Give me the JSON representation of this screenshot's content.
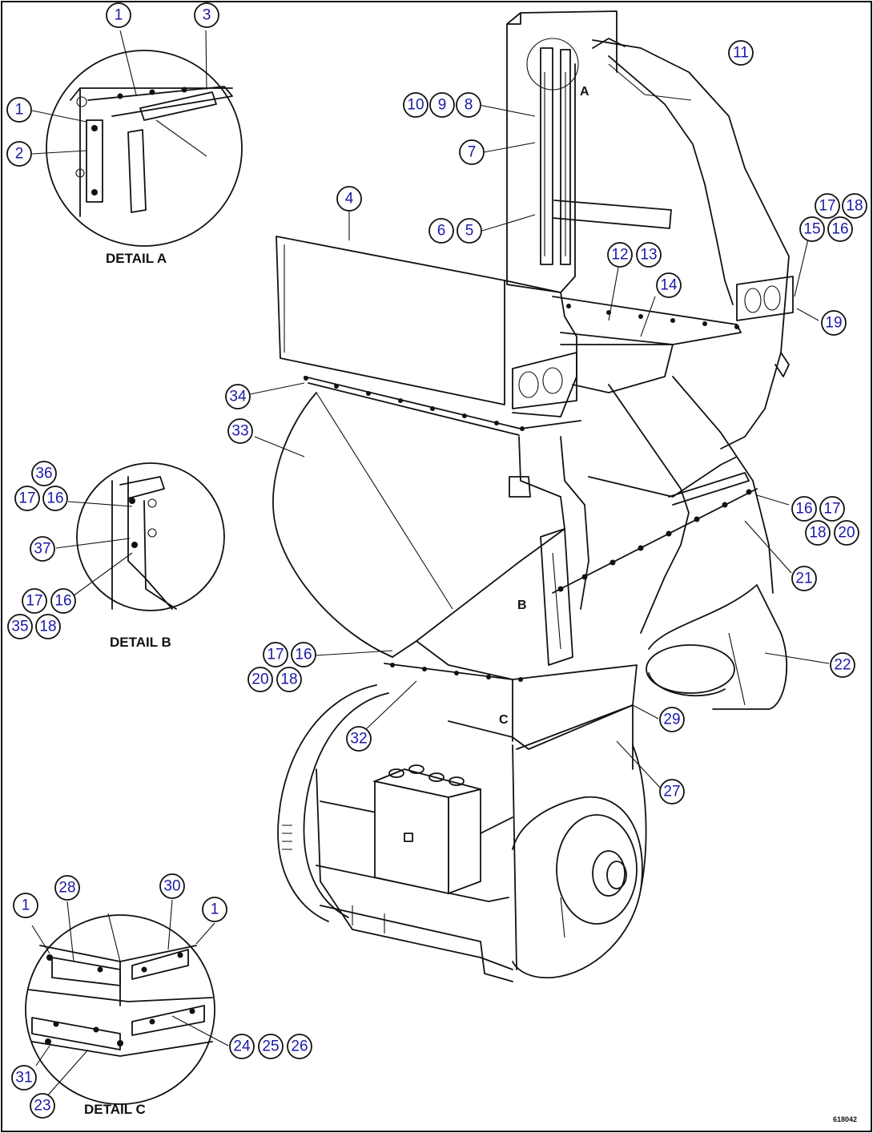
{
  "details": {
    "a": "DETAIL A",
    "b": "DETAIL B",
    "c": "DETAIL C"
  },
  "view_letters": [
    "A",
    "B",
    "C"
  ],
  "drawing_code": "618042",
  "callouts": [
    {
      "id": "c-1a",
      "label": "1"
    },
    {
      "id": "c-3",
      "label": "3"
    },
    {
      "id": "c-1b",
      "label": "1"
    },
    {
      "id": "c-2",
      "label": "2"
    },
    {
      "id": "c-10",
      "label": "10"
    },
    {
      "id": "c-9",
      "label": "9"
    },
    {
      "id": "c-8",
      "label": "8"
    },
    {
      "id": "c-7",
      "label": "7"
    },
    {
      "id": "c-11",
      "label": "11"
    },
    {
      "id": "c-4",
      "label": "4"
    },
    {
      "id": "c-6",
      "label": "6"
    },
    {
      "id": "c-5",
      "label": "5"
    },
    {
      "id": "c-17a",
      "label": "17"
    },
    {
      "id": "c-18a",
      "label": "18"
    },
    {
      "id": "c-15",
      "label": "15"
    },
    {
      "id": "c-16a",
      "label": "16"
    },
    {
      "id": "c-12",
      "label": "12"
    },
    {
      "id": "c-13",
      "label": "13"
    },
    {
      "id": "c-14",
      "label": "14"
    },
    {
      "id": "c-19",
      "label": "19"
    },
    {
      "id": "c-34",
      "label": "34"
    },
    {
      "id": "c-33",
      "label": "33"
    },
    {
      "id": "c-36",
      "label": "36"
    },
    {
      "id": "c-17b",
      "label": "17"
    },
    {
      "id": "c-16b",
      "label": "16"
    },
    {
      "id": "c-37",
      "label": "37"
    },
    {
      "id": "c-17c",
      "label": "17"
    },
    {
      "id": "c-16c",
      "label": "16"
    },
    {
      "id": "c-35",
      "label": "35"
    },
    {
      "id": "c-18b",
      "label": "18"
    },
    {
      "id": "c-16d",
      "label": "16"
    },
    {
      "id": "c-17d",
      "label": "17"
    },
    {
      "id": "c-18c",
      "label": "18"
    },
    {
      "id": "c-20a",
      "label": "20"
    },
    {
      "id": "c-21",
      "label": "21"
    },
    {
      "id": "c-22",
      "label": "22"
    },
    {
      "id": "c-17e",
      "label": "17"
    },
    {
      "id": "c-16e",
      "label": "16"
    },
    {
      "id": "c-20b",
      "label": "20"
    },
    {
      "id": "c-18d",
      "label": "18"
    },
    {
      "id": "c-29",
      "label": "29"
    },
    {
      "id": "c-32",
      "label": "32"
    },
    {
      "id": "c-27",
      "label": "27"
    },
    {
      "id": "c-1c",
      "label": "1"
    },
    {
      "id": "c-28",
      "label": "28"
    },
    {
      "id": "c-30",
      "label": "30"
    },
    {
      "id": "c-1d",
      "label": "1"
    },
    {
      "id": "c-24",
      "label": "24"
    },
    {
      "id": "c-25",
      "label": "25"
    },
    {
      "id": "c-26",
      "label": "26"
    },
    {
      "id": "c-31",
      "label": "31"
    },
    {
      "id": "c-23",
      "label": "23"
    }
  ]
}
